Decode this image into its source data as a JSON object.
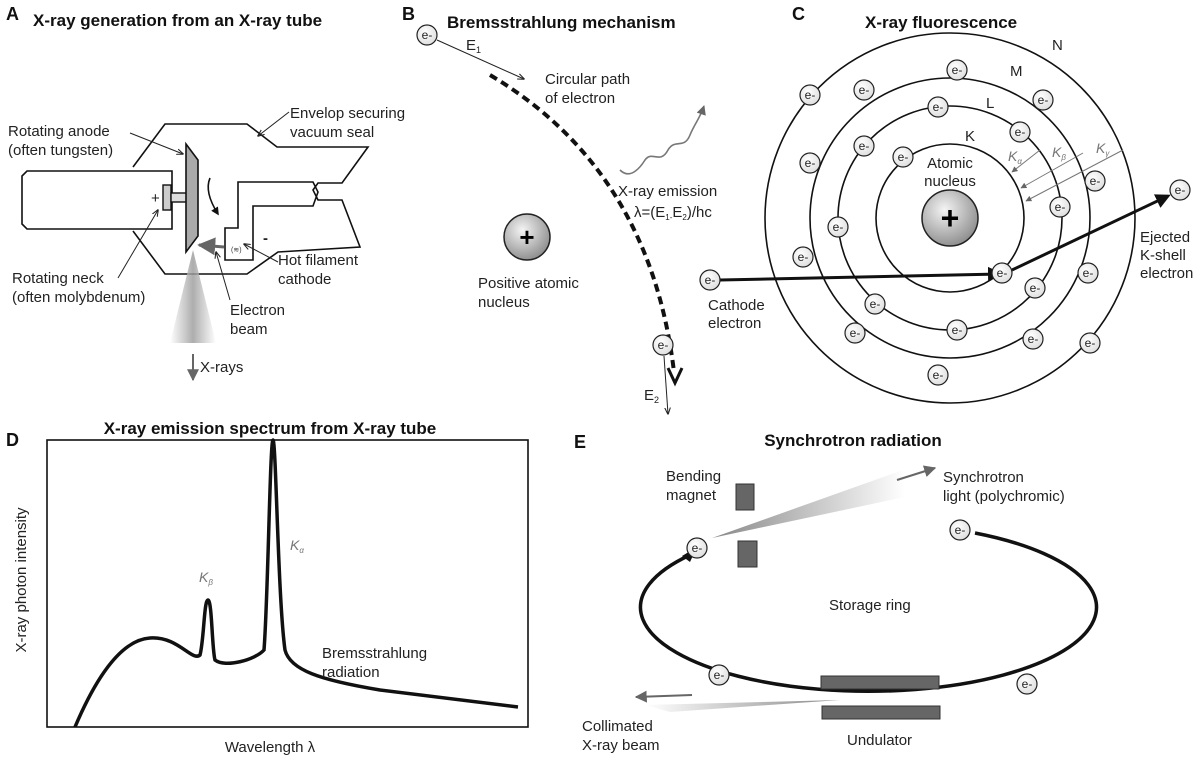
{
  "panels": {
    "a": {
      "letter": "A",
      "title": "X-ray generation from an X-ray tube",
      "anode": [
        "Rotating anode",
        "(often tungsten)"
      ],
      "envelope": [
        "Envelop securing",
        "vacuum seal"
      ],
      "neck": [
        "Rotating neck",
        "(often molybdenum)"
      ],
      "cathode": [
        "Hot filament",
        "cathode"
      ],
      "beam": [
        "Electron",
        "beam"
      ],
      "xrays": "X-rays",
      "plus": "+",
      "minus": "-"
    },
    "b": {
      "letter": "B",
      "title": "Bremsstrahlung mechanism",
      "e1": "E",
      "e1_sub": "1",
      "e2": "E",
      "e2_sub": "2",
      "path": [
        "Circular path",
        "of electron"
      ],
      "emission": "X-ray emission",
      "formula": {
        "a": "λ=(E",
        "s1": "1-",
        "b": "E",
        "s2": "2",
        "c": ")/hc"
      },
      "nucleus": [
        "Positive atomic",
        "nucleus"
      ],
      "plus": "+"
    },
    "c": {
      "letter": "C",
      "title": "X-ray fluorescence",
      "shells": [
        "K",
        "L",
        "M",
        "N"
      ],
      "nucleus": [
        "Atomic",
        "nucleus"
      ],
      "plus": "+",
      "lines": [
        {
          "k": "K",
          "s": "α"
        },
        {
          "k": "K",
          "s": "β"
        },
        {
          "k": "K",
          "s": "γ"
        }
      ],
      "cathode": [
        "Cathode",
        "electron"
      ],
      "ejected": [
        "Ejected",
        "K-shell",
        "electron"
      ]
    },
    "d": {
      "letter": "D",
      "title": "X-ray emission spectrum from X-ray tube",
      "ylabel": "X-ray photon intensity",
      "xlabel": "Wavelength λ",
      "kb": {
        "k": "K",
        "s": "β"
      },
      "ka": {
        "k": "K",
        "s": "α"
      },
      "brems": [
        "Bremsstrahlung",
        "radiation"
      ]
    },
    "e": {
      "letter": "E",
      "title": "Synchrotron radiation",
      "magnet": [
        "Bending",
        "magnet"
      ],
      "light": [
        "Synchrotron",
        "light (polychromic)"
      ],
      "ring": "Storage ring",
      "beam": [
        "Collimated",
        "X-ray beam"
      ],
      "undulator": "Undulator"
    }
  },
  "electron_label": "e-",
  "colors": {
    "stroke": "#111111",
    "gray": "#666666",
    "magnet": "#666666"
  }
}
